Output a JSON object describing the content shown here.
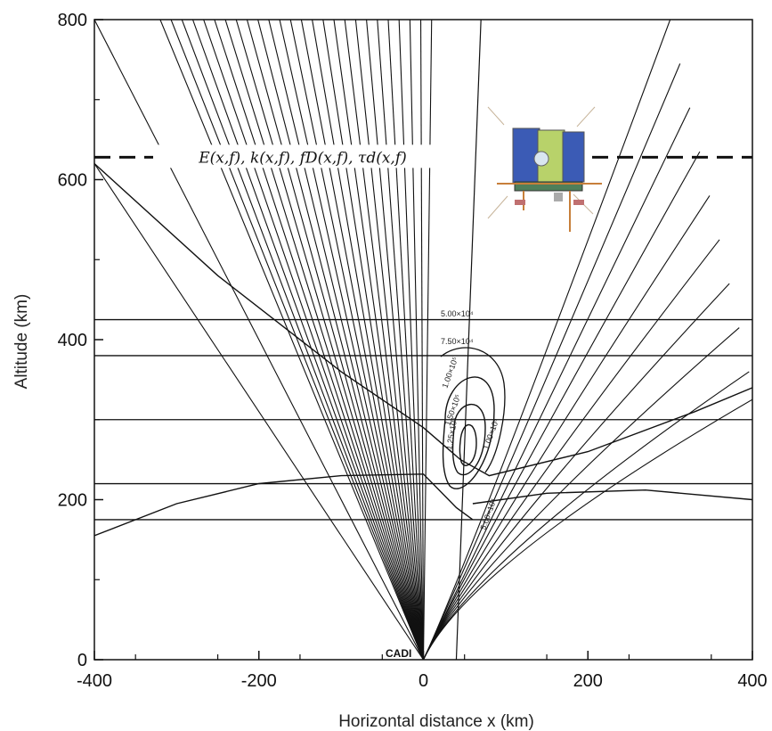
{
  "chart_data": {
    "type": "line",
    "xlabel": "Horizontal distance x  (km)",
    "ylabel": "Altitude (km)",
    "xlim": [
      -400,
      400
    ],
    "ylim": [
      0,
      800
    ],
    "x_ticks": [
      "-400",
      "-200",
      "0",
      "200",
      "400"
    ],
    "y_ticks": [
      "0",
      "200",
      "400",
      "600",
      "800"
    ],
    "x_tick_values": [
      -400,
      -200,
      0,
      200,
      400
    ],
    "y_tick_values": [
      0,
      200,
      400,
      600,
      800
    ],
    "grid": false,
    "satellite_altitude": 628,
    "satellite_label": "E(x,f), k(x,f), fD(x,f), τd(x,f)",
    "transmitter": {
      "x": 0,
      "y": 0,
      "label": "CADI"
    },
    "horizontal_levels": [
      175,
      220,
      300,
      380,
      425
    ],
    "contour_labels": [
      "5.00×10⁴",
      "7.50×10⁴",
      "1.00×10⁵",
      "1.25×10⁵",
      "1.50×10⁵",
      "1.00×10⁵",
      "5.00×10⁴"
    ],
    "ray_fan": {
      "min_x_at_top": -320,
      "max_x_at_top": 10,
      "count": 26
    },
    "series": [
      {
        "values": [
          [
            -400,
            155
          ],
          [
            -300,
            195
          ],
          [
            -200,
            220
          ],
          [
            -100,
            230
          ],
          [
            0,
            232
          ],
          [
            40,
            190
          ],
          [
            60,
            175
          ]
        ]
      },
      {
        "values": [
          [
            60,
            195
          ],
          [
            150,
            208
          ],
          [
            270,
            212
          ],
          [
            400,
            200
          ]
        ]
      },
      {
        "values": [
          [
            -400,
            620
          ],
          [
            -250,
            480
          ],
          [
            -100,
            360
          ],
          [
            0,
            290
          ],
          [
            45,
            250
          ],
          [
            80,
            230
          ],
          [
            200,
            260
          ],
          [
            330,
            310
          ],
          [
            400,
            340
          ]
        ]
      }
    ]
  }
}
